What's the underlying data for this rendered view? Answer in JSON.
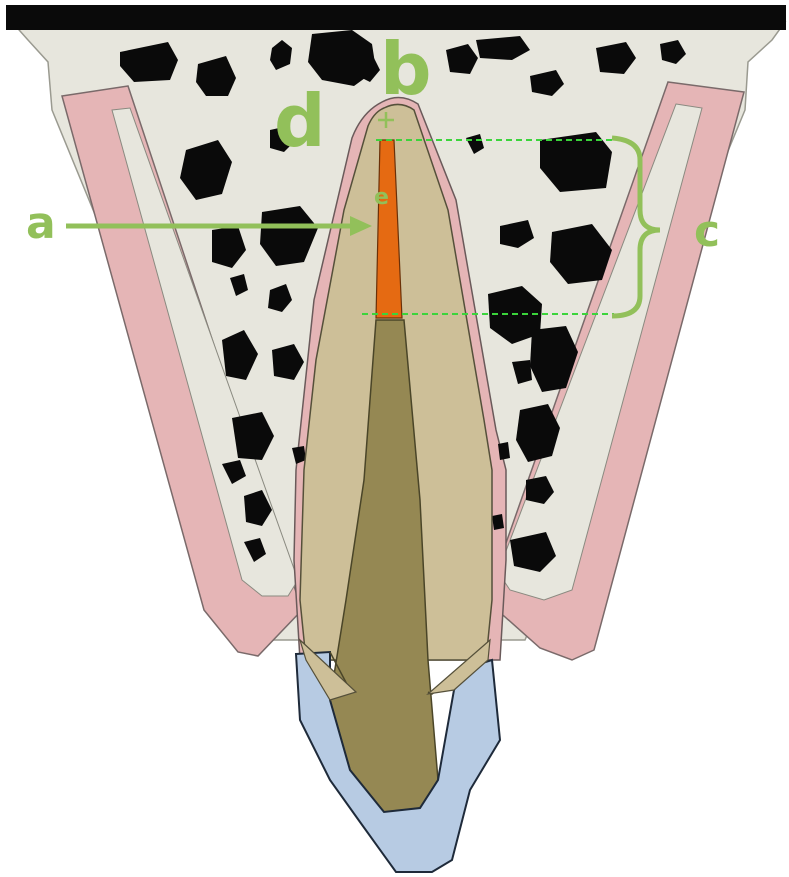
{
  "labels": {
    "a": "a",
    "b": "b",
    "c": "c",
    "d": "d",
    "e": "e"
  },
  "colors": {
    "top_bar": "#0a0a0a",
    "bone": "#e7e6dd",
    "gingiva": "#e5b5b6",
    "root_dentin": "#cdbf98",
    "canal": "#958853",
    "root_filling": "#e56a12",
    "crown": "#b7cbe3",
    "lesions": "#0a0a0a",
    "label_green": "#92c05a",
    "dashed_line": "#3bd43b"
  }
}
